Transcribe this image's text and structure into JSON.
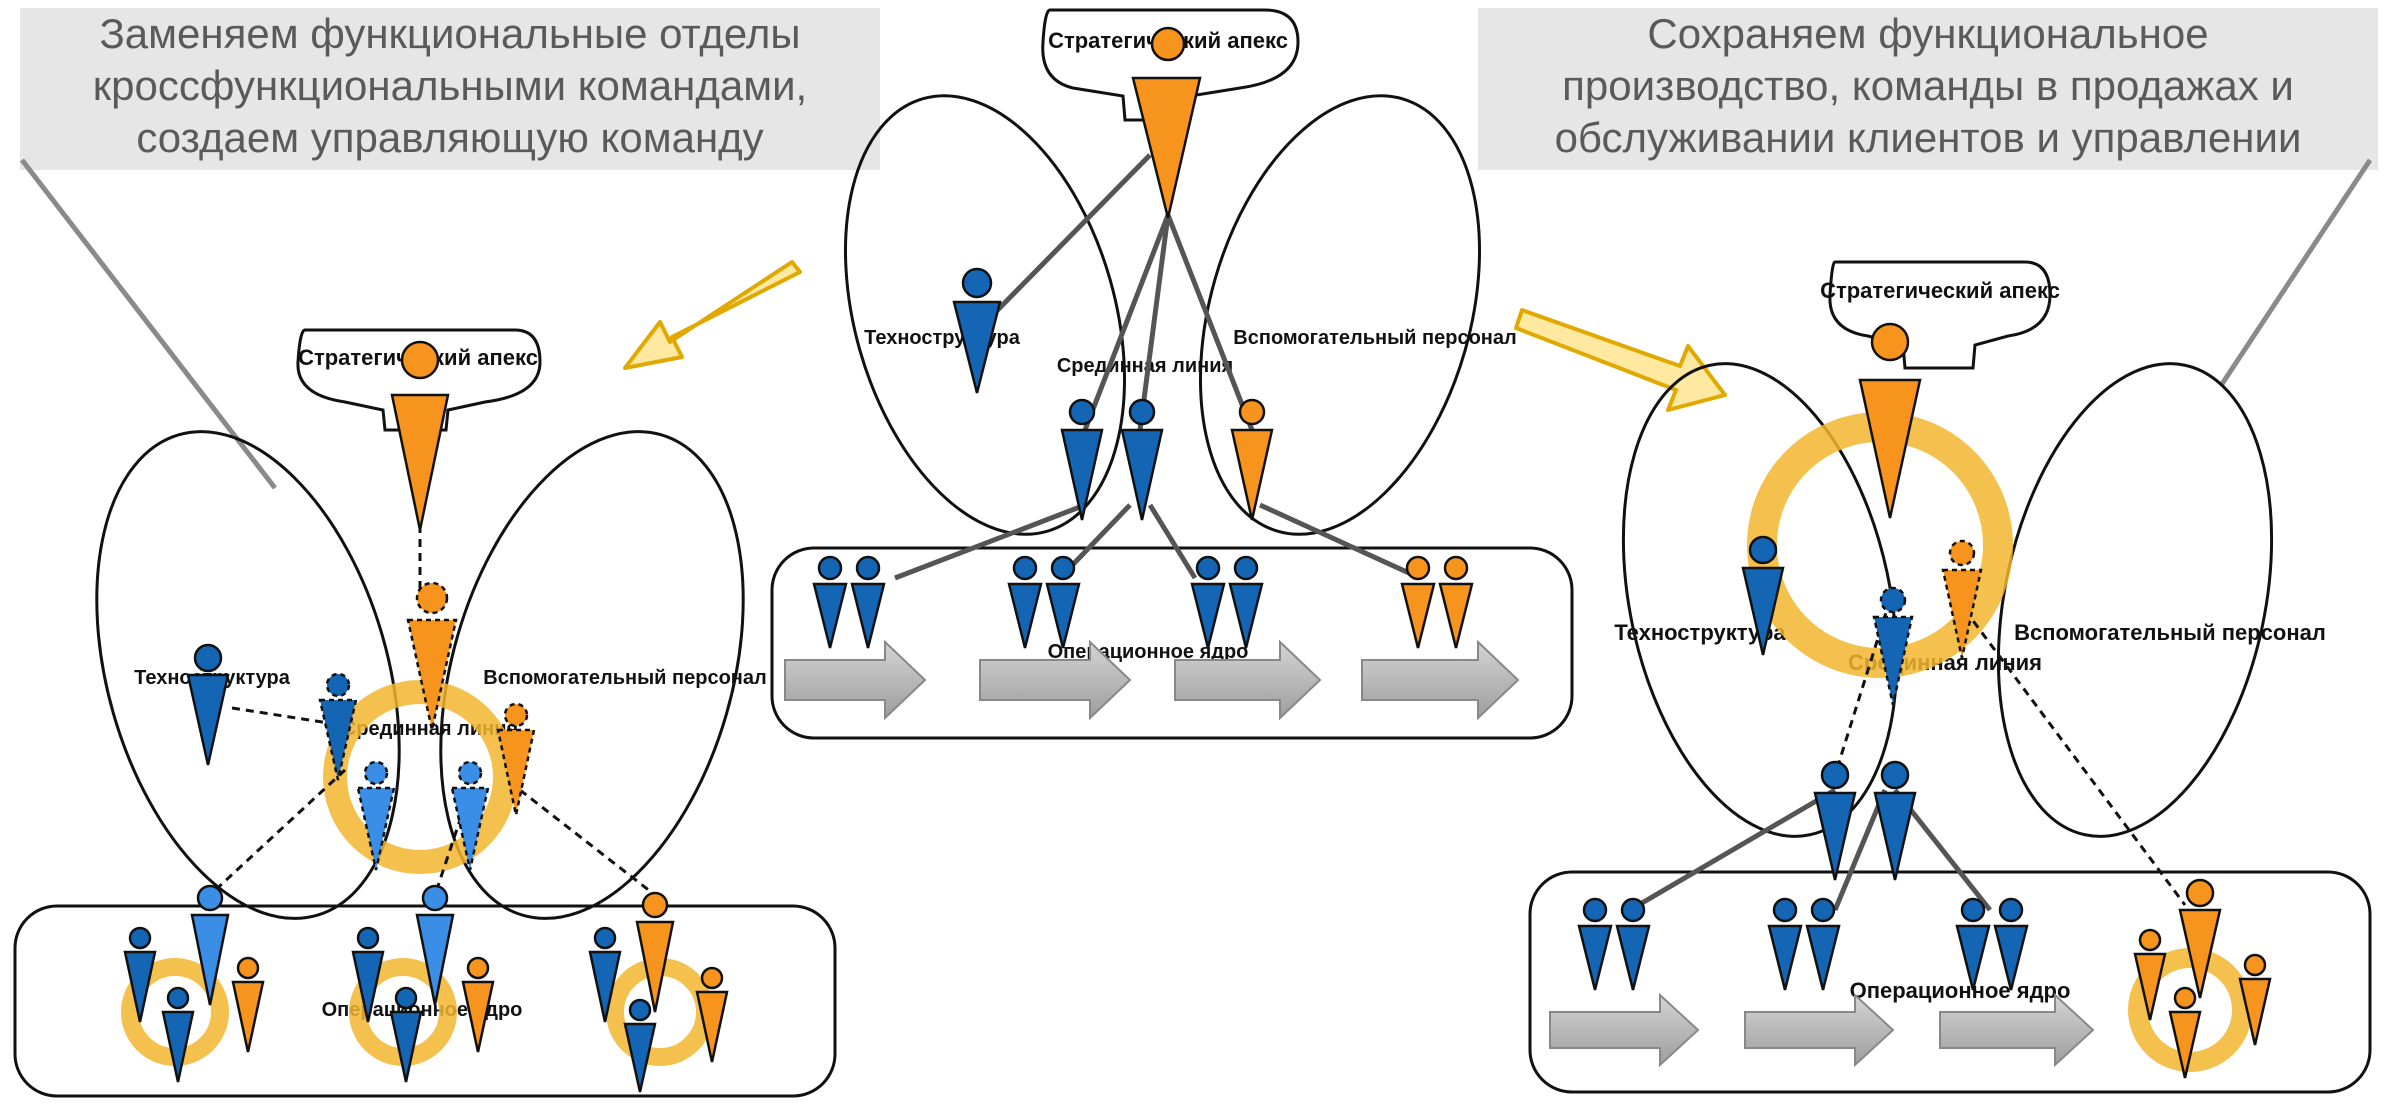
{
  "callouts": {
    "left": [
      "Заменяем функциональные отделы",
      "кроссфункциональными командами,",
      "создаем управляющую команду"
    ],
    "right": [
      "Сохраняем функциональное",
      "производство, команды в продажах и",
      "обслуживании клиентов и управлении"
    ]
  },
  "diagrams": {
    "center": {
      "apex": "Стратегический апекс",
      "techno": "Техноструктура",
      "middle": "Срединная линия",
      "support": "Вспомогательный персонал",
      "core": "Операционное ядро"
    },
    "left": {
      "apex": "Стратегический апекс",
      "techno": "Техноструктура",
      "middle": "Срединная линия",
      "support": "Вспомогательный персонал",
      "core": "Операционное ядро"
    },
    "right": {
      "apex": "Стратегический апекс",
      "techno": "Техноструктура",
      "middle": "Срединная линия",
      "support": "Вспомогательный персонал",
      "core": "Операционное ядро"
    }
  },
  "colors": {
    "blue": "#1565b5",
    "orange": "#f7941d",
    "gold_ring": "#f2b630",
    "arrow_gray": "#b3b3b3",
    "callout_bg": "#e6e6e6",
    "callout_text": "#5a5a5a"
  }
}
